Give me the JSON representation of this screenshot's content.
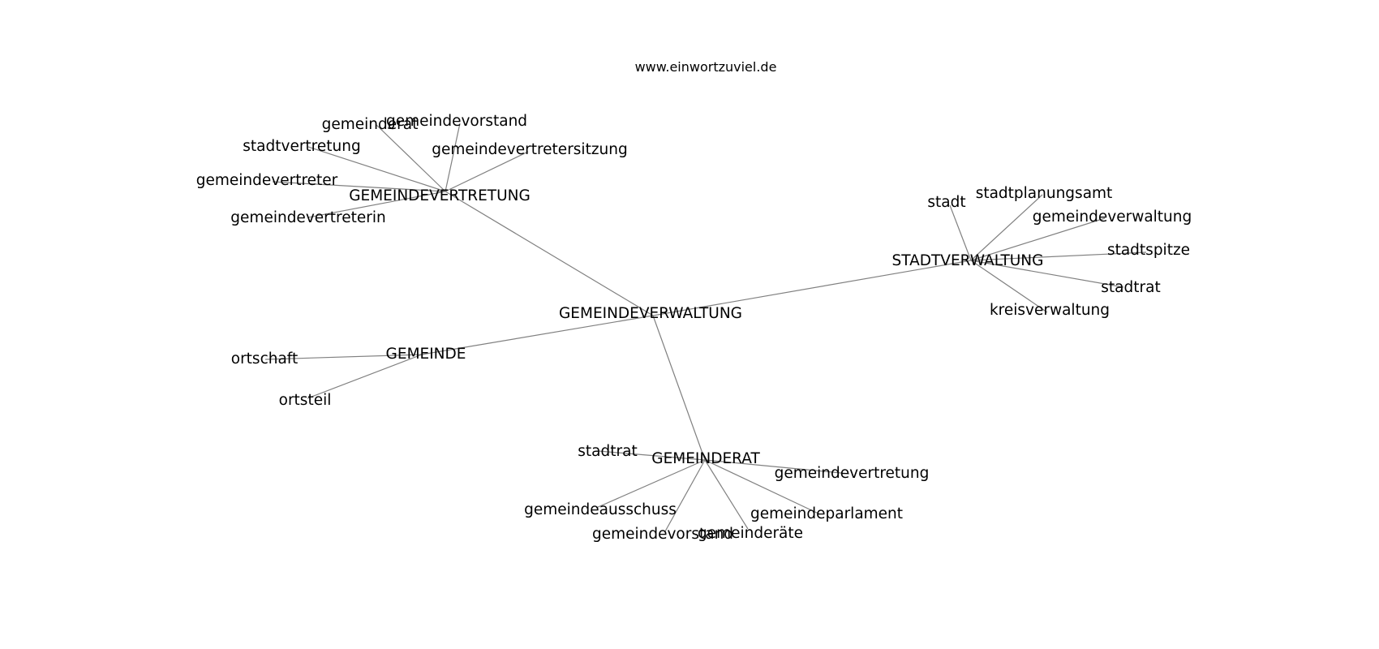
{
  "header": {
    "site": "www.einwortzuviel.de"
  },
  "graph": {
    "edge_color": "#808080",
    "center": "GEMEINDEVERWALTUNG",
    "hubs": [
      {
        "label": "GEMEINDEVERTRETUNG",
        "children": [
          "gemeinderat",
          "gemeindevorstand",
          "stadtvertretung",
          "gemeindevertretersitzung",
          "gemeindevertreter",
          "gemeindevertreterin"
        ]
      },
      {
        "label": "STADTVERWALTUNG",
        "children": [
          "stadt",
          "stadtplanungsamt",
          "gemeindeverwaltung",
          "stadtspitze",
          "stadtrat",
          "kreisverwaltung"
        ]
      },
      {
        "label": "GEMEINDE",
        "children": [
          "ortschaft",
          "ortsteil"
        ]
      },
      {
        "label": "GEMEINDERAT",
        "children": [
          "stadtrat",
          "gemeindevertretung",
          "gemeindeausschuss",
          "gemeindeparlament",
          "gemeindevorstand",
          "gemeinderäte"
        ]
      }
    ]
  }
}
